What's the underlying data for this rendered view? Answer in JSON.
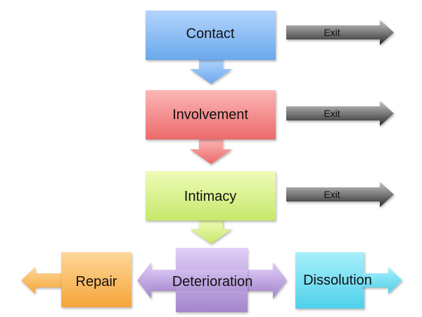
{
  "stages": [
    {
      "label": "Contact",
      "color_top": "#b3d4fc",
      "color_bottom": "#6aa8ec"
    },
    {
      "label": "Involvement",
      "color_top": "#fbb6b6",
      "color_bottom": "#ec6a6a"
    },
    {
      "label": "Intimacy",
      "color_top": "#eefbb8",
      "color_bottom": "#c6e86a"
    }
  ],
  "exit_label": "Exit",
  "bottom": {
    "repair": {
      "label": "Repair",
      "color_top": "#fdd79a",
      "color_bottom": "#f6a53a"
    },
    "deterioration": {
      "label": "Deterioration",
      "color_top": "#e0cdf7",
      "color_bottom": "#a486cc"
    },
    "dissolution": {
      "label": "Dissolution",
      "color_top": "#a8f0fb",
      "color_bottom": "#4fd0ea"
    }
  }
}
